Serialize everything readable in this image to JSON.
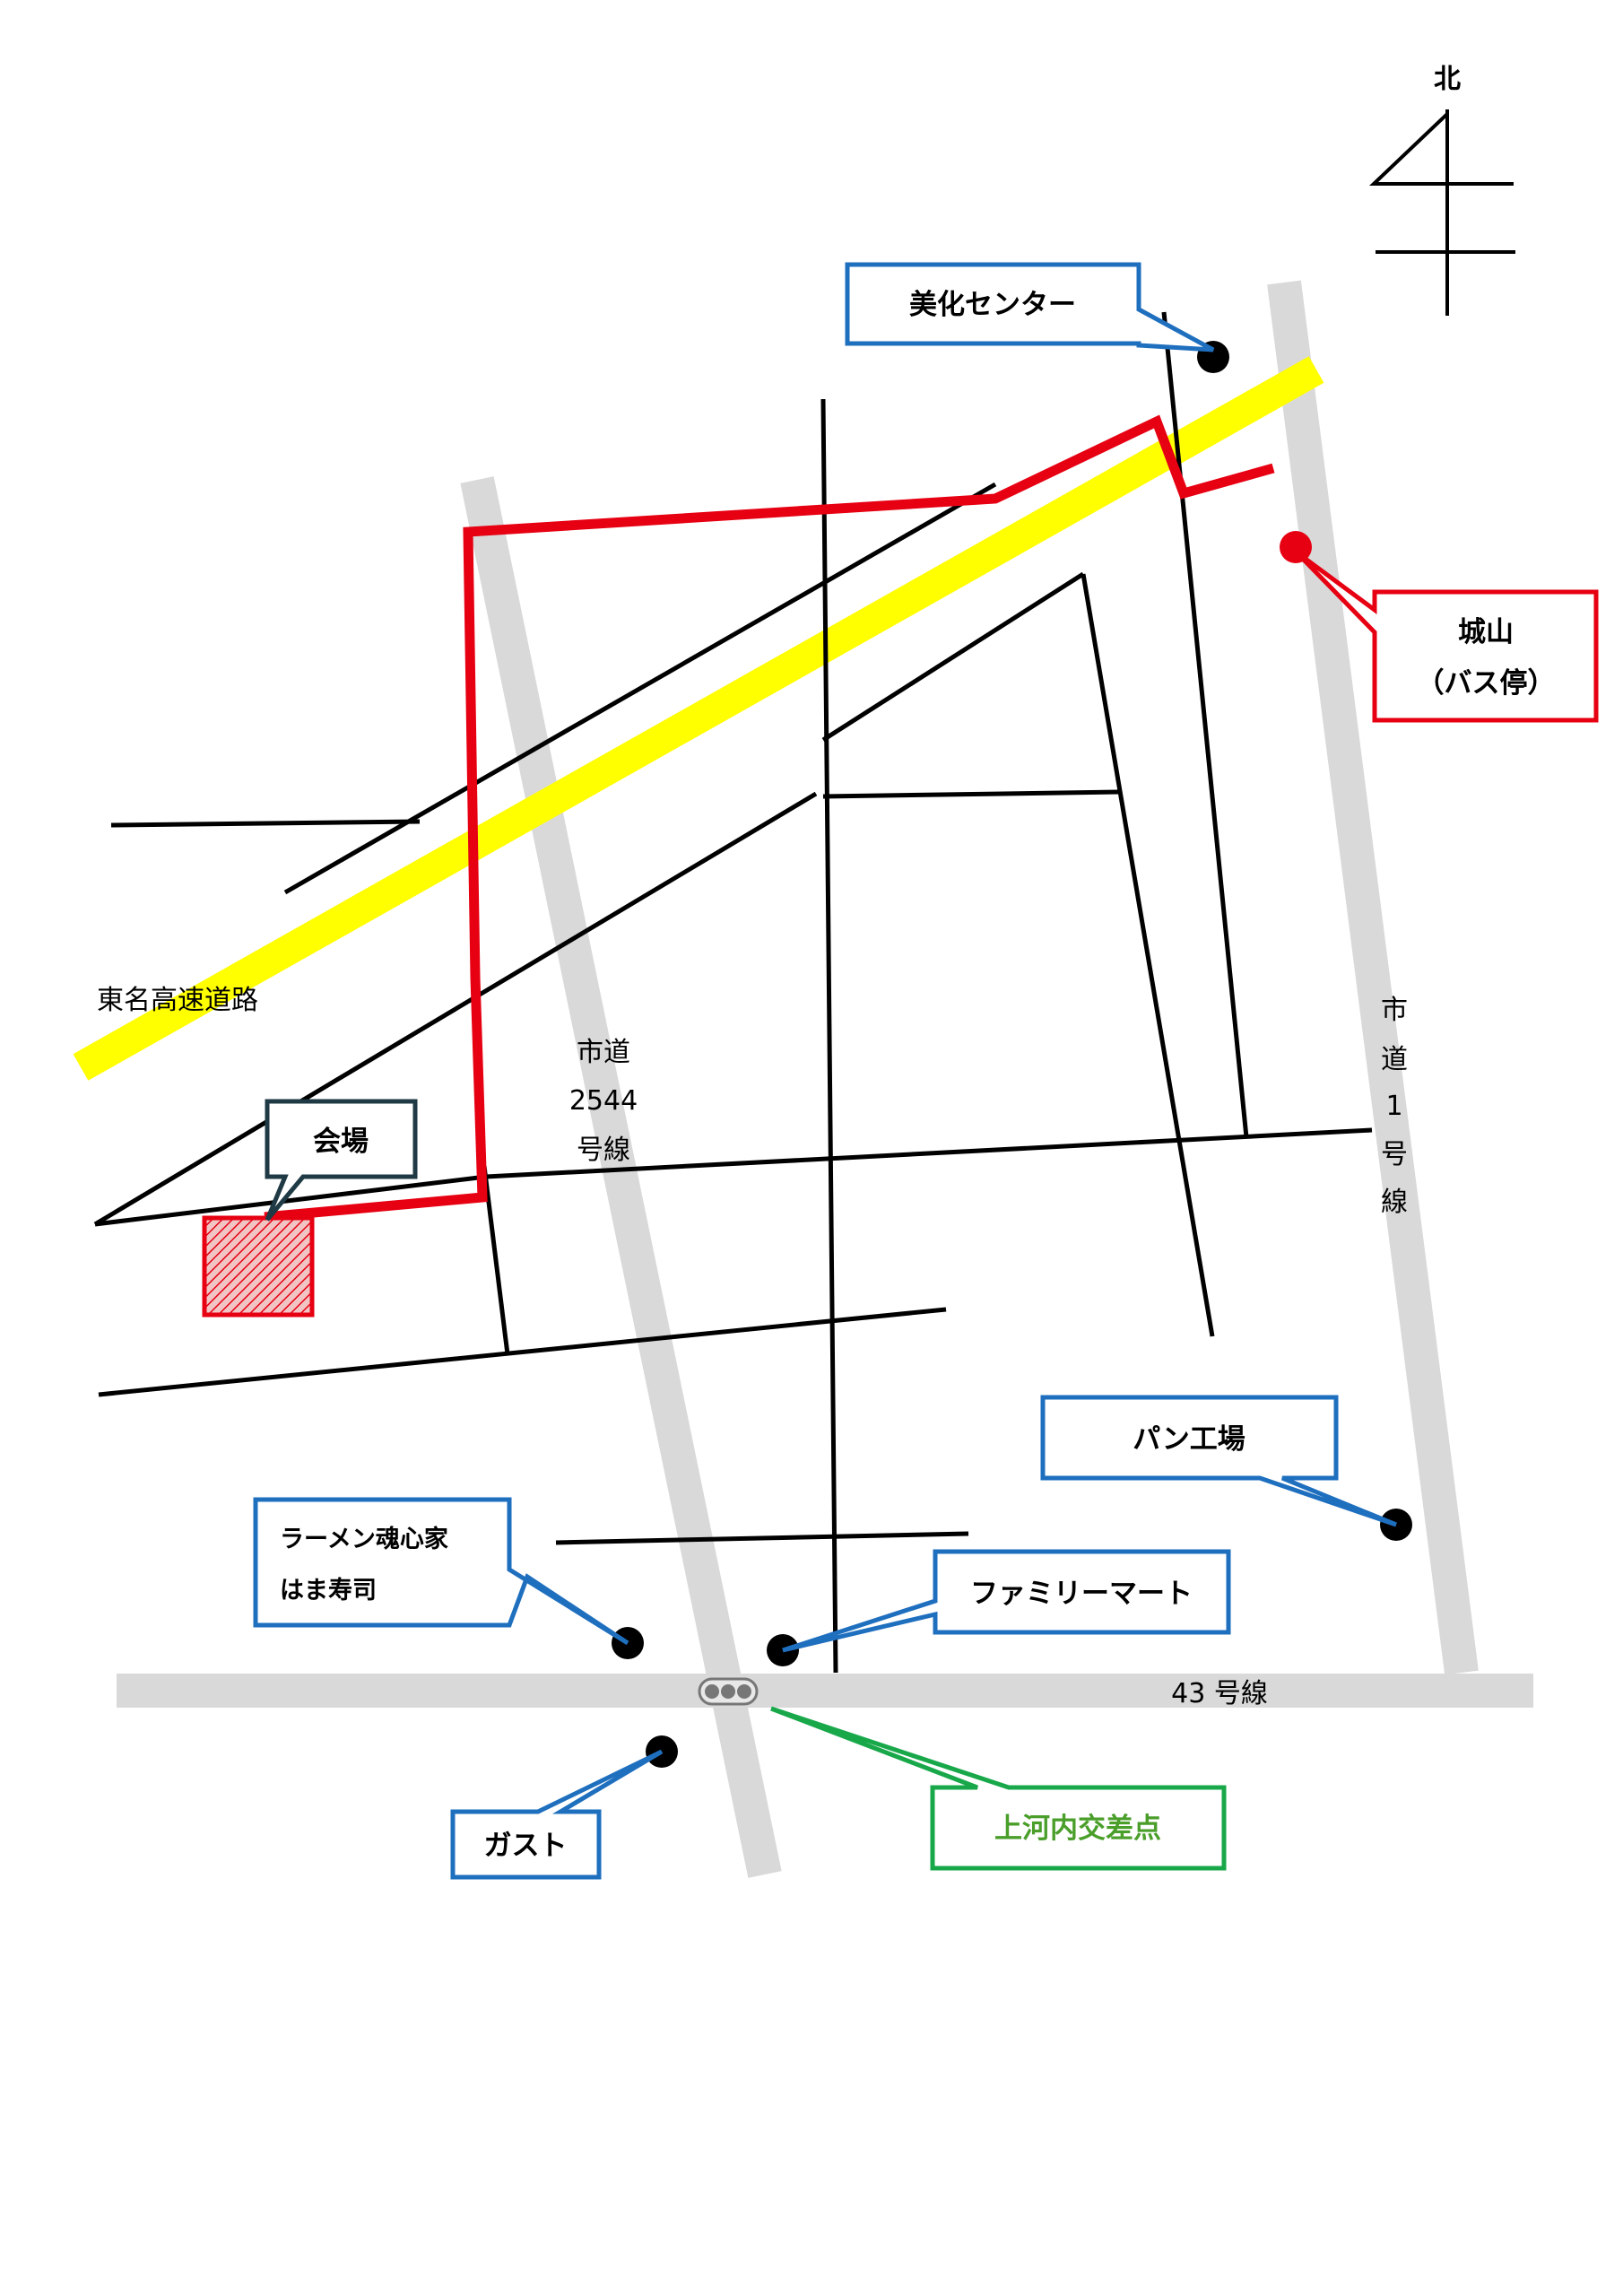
{
  "compass": {
    "north_label": "北"
  },
  "roads": {
    "expressway": "東名高速道路",
    "city_road_2544": [
      "市道",
      "2544",
      "号線"
    ],
    "city_road_1": [
      "市",
      "道",
      "1",
      "号",
      "線"
    ],
    "route_43": "43 号線"
  },
  "callouts": {
    "bika_center": "美化センター",
    "bus_stop_name": "城山",
    "bus_stop_note": "（バス停）",
    "venue": "会場",
    "bakery": "パン工場",
    "ramen_line1": "ラーメン魂心家",
    "ramen_line2": "はま寿司",
    "family_mart": "ファミリーマート",
    "gusto": "ガスト",
    "intersection": "上河内交差点"
  },
  "colors": {
    "route": "#e60012",
    "expressway": "#ffff00",
    "major_road": "#d9d9d9",
    "callout_blue": "#1f6fbf",
    "callout_red": "#e60012",
    "callout_green": "#18a84a",
    "callout_dark": "#1f3a44"
  }
}
